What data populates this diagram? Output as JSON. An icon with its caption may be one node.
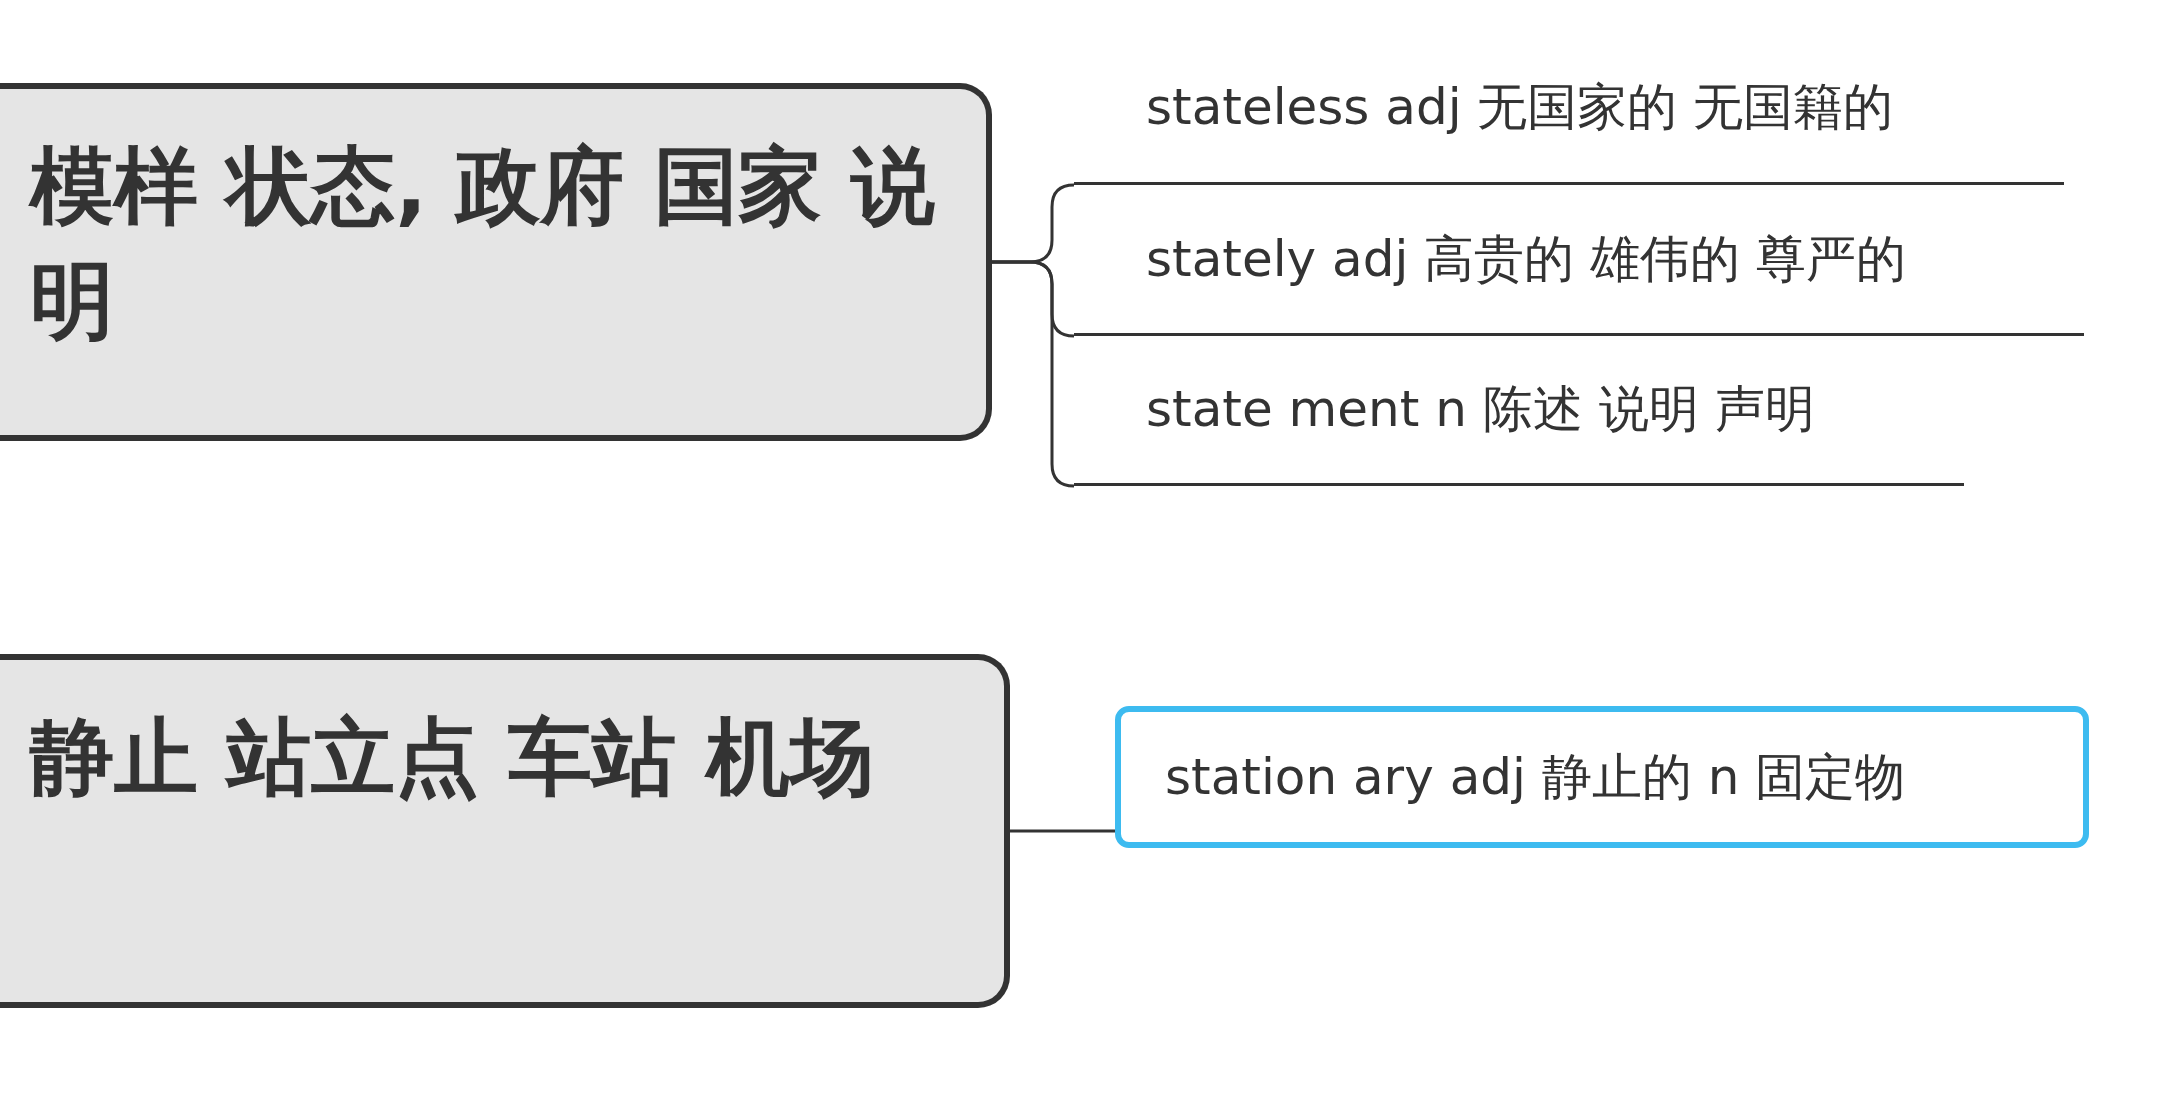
{
  "diagram": {
    "nodes": [
      {
        "text": [
          "模样 状态, 政府 国家 说明"
        ]
      },
      {
        "text": [
          "stateless adj 无国家的 无国籍的"
        ]
      },
      {
        "text": [
          "stately adj 高贵的 雄伟的 尊严的"
        ]
      },
      {
        "text": [
          "state ment n 陈述 说明 声明"
        ]
      },
      {
        "text": [
          "静止 站立点 车站 机场"
        ]
      },
      {
        "text": [
          "station ary adj 静止的 n 固定物"
        ]
      }
    ],
    "edges": [
      {
        "from": 0,
        "to": 1,
        "arrow": "none"
      },
      {
        "from": 0,
        "to": 2,
        "arrow": "none"
      },
      {
        "from": 0,
        "to": 3,
        "arrow": "none"
      },
      {
        "from": 4,
        "to": 5,
        "arrow": "none"
      }
    ]
  }
}
